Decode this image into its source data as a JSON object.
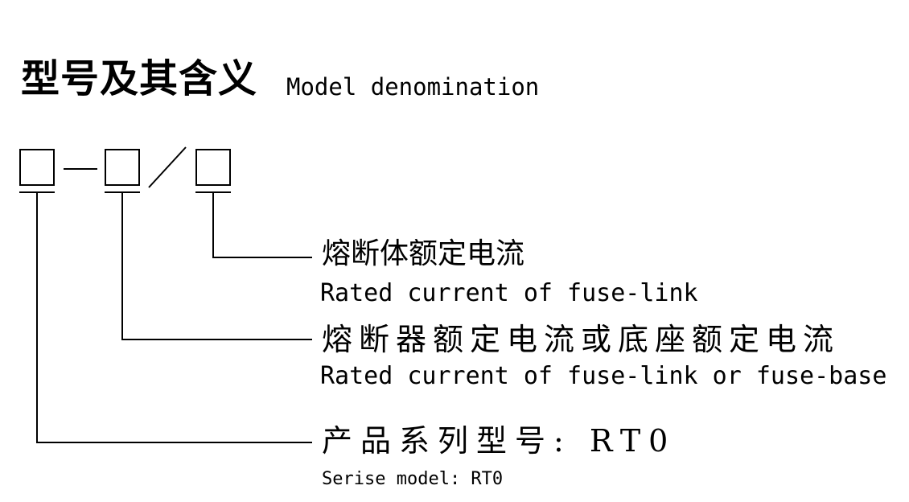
{
  "header": {
    "title_zh": "型号及其含义",
    "title_en": "Model denomination"
  },
  "diagram": {
    "code_pattern": {
      "box_count": 3,
      "separator_between_box1_box2": "-",
      "separator_between_box2_box3": "/"
    },
    "labels": [
      {
        "zh": "熔断体额定电流",
        "en": "Rated current of fuse-link"
      },
      {
        "zh": "熔断器额定电流或底座额定电流",
        "en": "Rated current of fuse-link or fuse-base"
      },
      {
        "zh": "产品系列型号: RT0",
        "en": "Serise model: RT0"
      }
    ],
    "series_model": "RT0"
  },
  "colors": {
    "background": "#ffffff",
    "ink": "#000000"
  }
}
